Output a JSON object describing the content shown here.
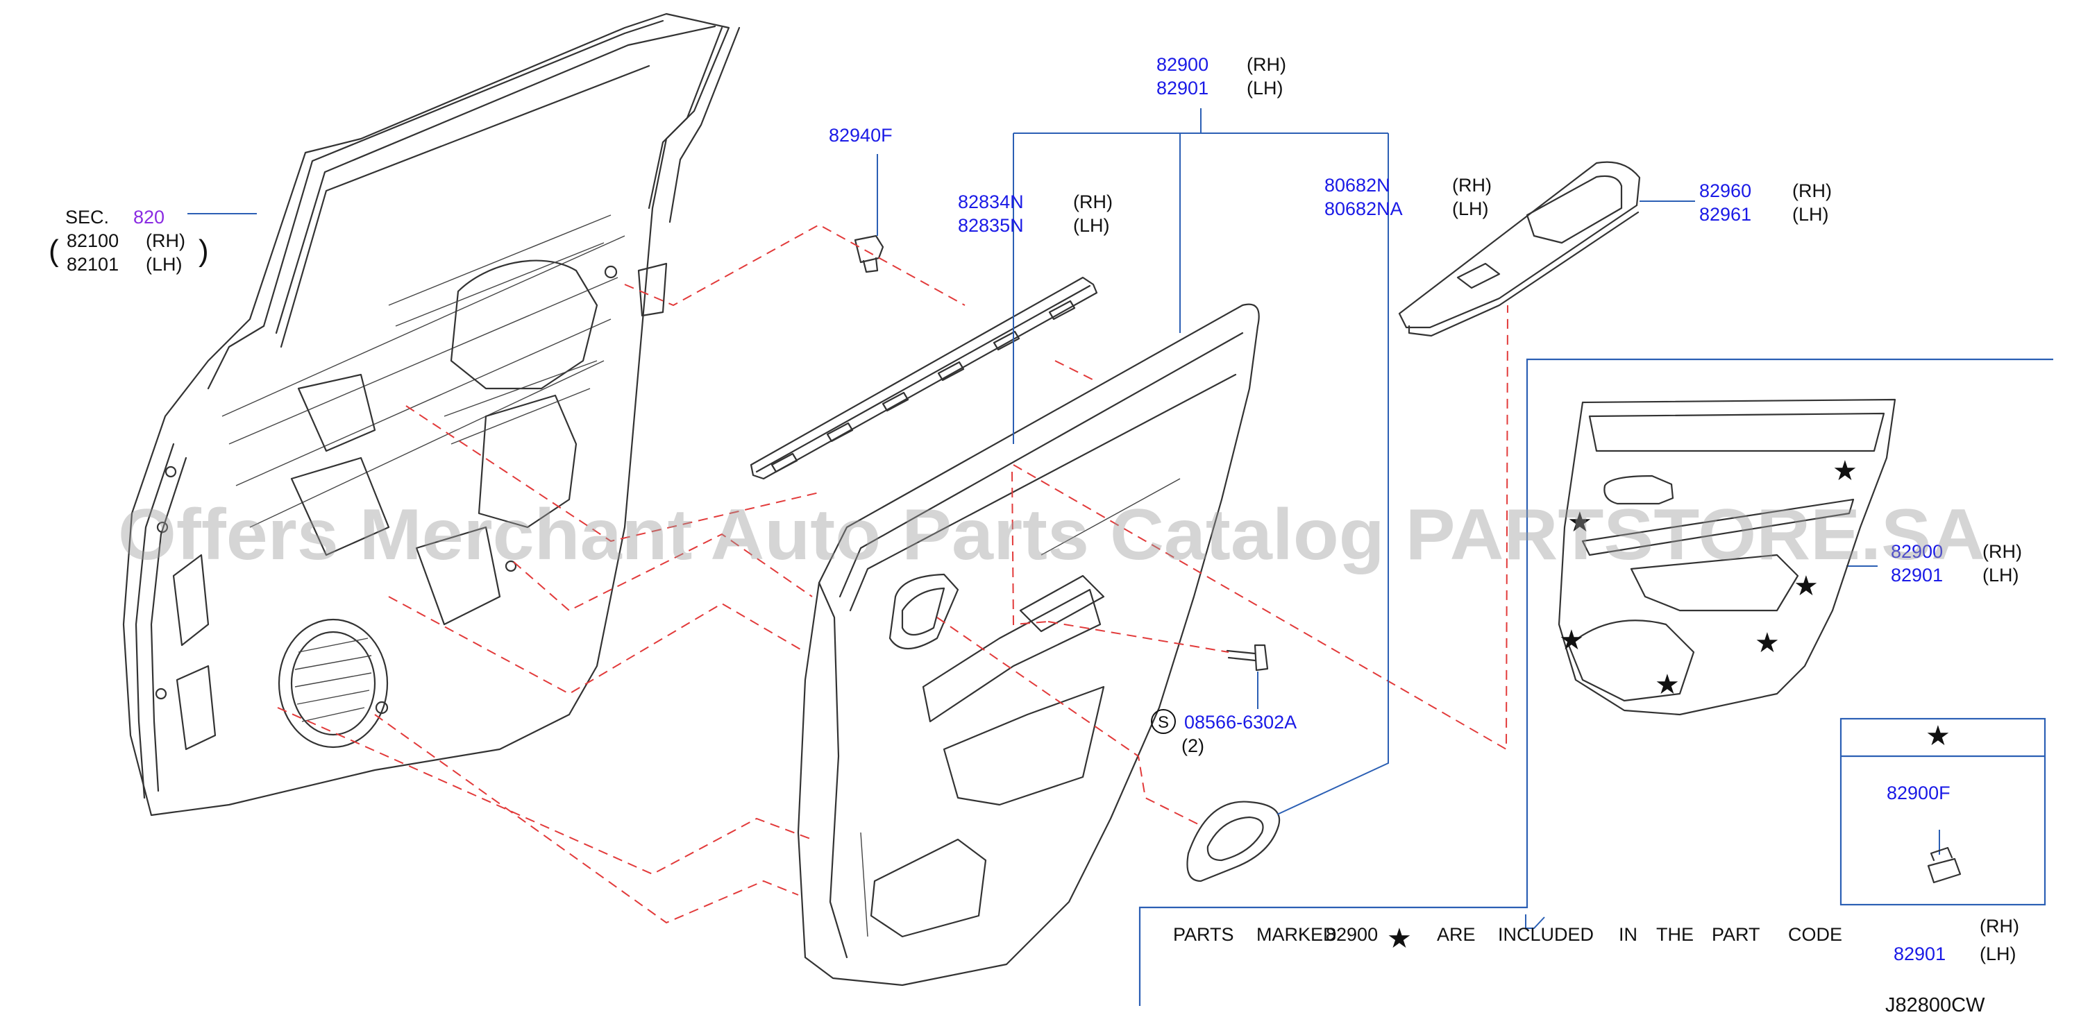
{
  "watermark": "Offers Merchant Auto Parts Catalog PARTSTORE.SA",
  "diagram_code": "J82800CW",
  "section_ref": {
    "prefix": "SEC.",
    "number": "820"
  },
  "labels": {
    "door_rh": {
      "code": "82100",
      "side": "(RH)"
    },
    "door_lh": {
      "code": "82101",
      "side": "(LH)"
    },
    "trim_rh": {
      "code": "82900",
      "side": "(RH)"
    },
    "trim_lh": {
      "code": "82901",
      "side": "(LH)"
    },
    "clip_top": {
      "code": "82940F"
    },
    "strip_rh": {
      "code": "82834N",
      "side": "(RH)"
    },
    "strip_lh": {
      "code": "82835N",
      "side": "(LH)"
    },
    "escutcheon_rh": {
      "code": "80682N",
      "side": "(RH)"
    },
    "escutcheon_lh": {
      "code": "80682NA",
      "side": "(LH)"
    },
    "switch_panel_rh": {
      "code": "82960",
      "side": "(RH)"
    },
    "switch_panel_lh": {
      "code": "82961",
      "side": "(LH)"
    },
    "screw": {
      "symbol": "S",
      "code": "08566-6302A",
      "qty": "(2)"
    },
    "inset_trim_rh": {
      "code": "82900",
      "side": "(RH)"
    },
    "inset_trim_lh": {
      "code": "82901",
      "side": "(LH)"
    },
    "star_clip": {
      "code": "82900F"
    }
  },
  "icons": {
    "star": "★"
  },
  "note": {
    "words": [
      "PARTS",
      "MARKED",
      "82900",
      "ARE",
      "INCLUDED",
      "IN",
      "THE",
      "PART",
      "CODE"
    ],
    "rh": {
      "code": "82900",
      "side": "(RH)"
    },
    "lh": {
      "code": "82901",
      "side": "(LH)"
    }
  },
  "colors": {
    "part_code": "#1a1ae6",
    "section": "#8a2be2",
    "leader": "#2b5fb4",
    "dashed": "#e23a3a"
  }
}
